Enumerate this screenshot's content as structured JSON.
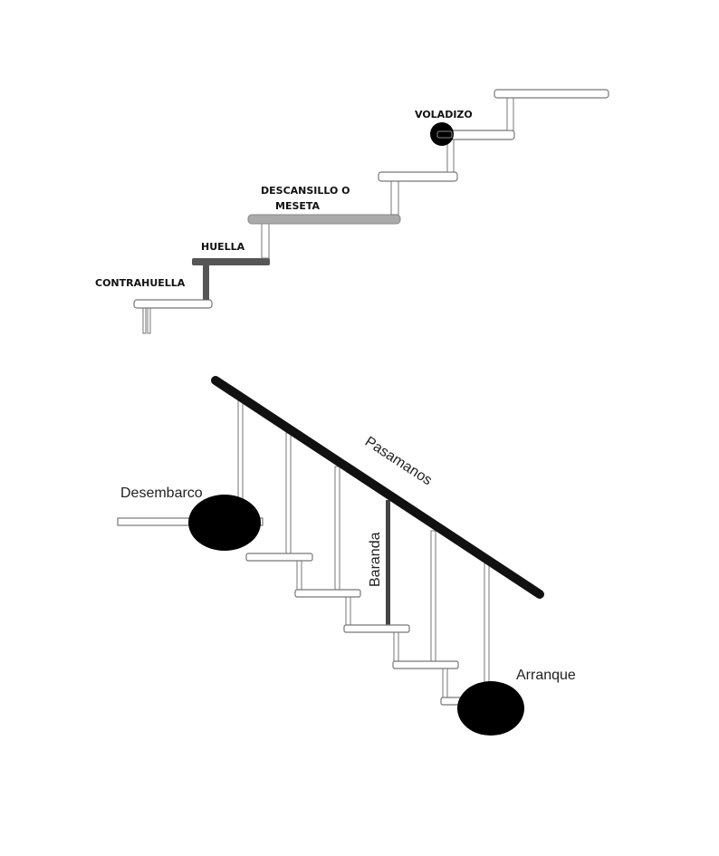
{
  "top_diagram": {
    "labels": {
      "voladizo": "VOLADIZO",
      "descansillo_line1": "DESCANSILLO O",
      "descansillo_line2": "MESETA",
      "huella": "HUELLA",
      "contrahuella": "CONTRAHUELLA"
    },
    "colors": {
      "huella": "#555555",
      "meseta": "#aaaaaa",
      "voladizo": "#000000"
    }
  },
  "bottom_diagram": {
    "labels": {
      "desembarco": "Desembarco",
      "pasamanos": "Pasamanos",
      "baranda": "Baranda",
      "arranque": "Arranque"
    },
    "colors": {
      "pasamanos": "#111111",
      "baranda": "#444444"
    }
  }
}
